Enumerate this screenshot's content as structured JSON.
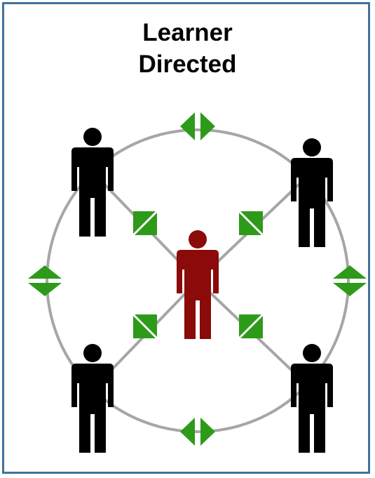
{
  "title": {
    "line1": "Learner",
    "line2": "Directed"
  },
  "colors": {
    "border": "#41719c",
    "ring": "#a6a6a6",
    "learner": "#000000",
    "center_figure": "#8b0a0a",
    "connector": "#2e9a1a"
  },
  "figures": {
    "center": "learner-center",
    "peers": [
      "learner-top-left",
      "learner-top-right",
      "learner-bottom-left",
      "learner-bottom-right"
    ]
  }
}
